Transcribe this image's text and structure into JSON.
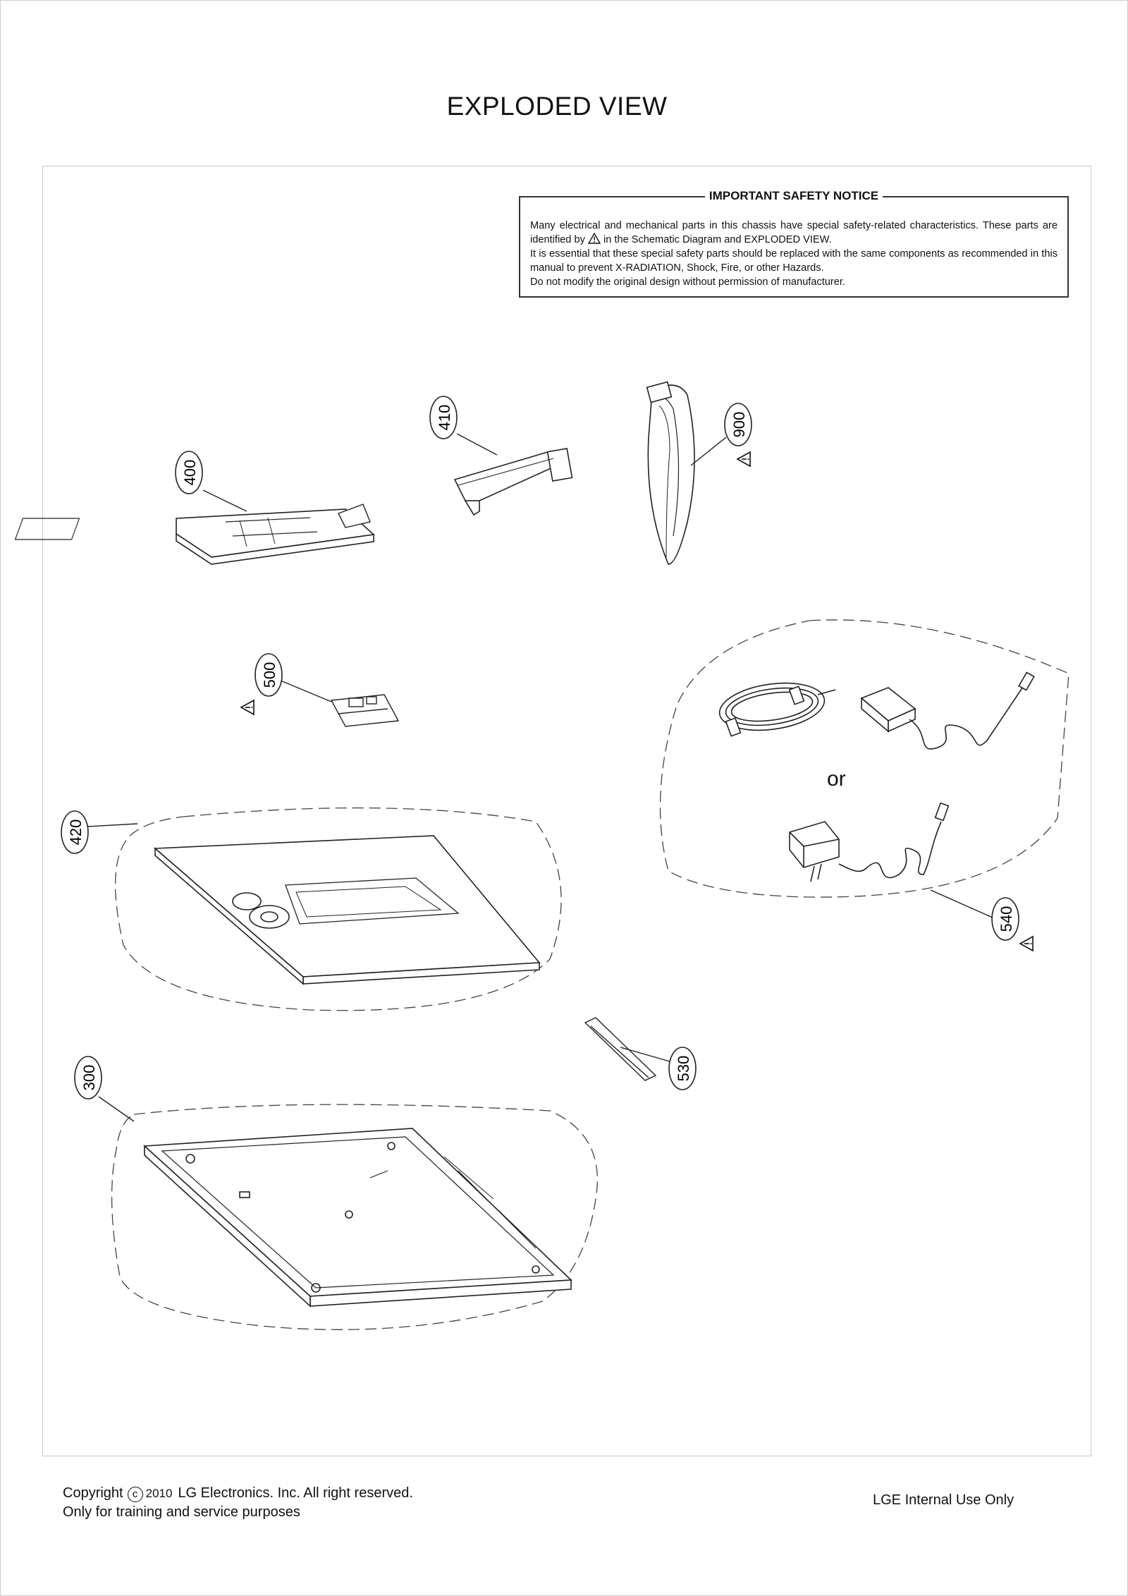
{
  "page": {
    "title": "EXPLODED VIEW"
  },
  "notice": {
    "title": "IMPORTANT SAFETY NOTICE",
    "line1_pre": "Many electrical and mechanical parts in this chassis have special safety-related characteristics. These parts are identified by",
    "line1_post": "in the Schematic Diagram and EXPLODED VIEW.",
    "line2": "It is essential that these special safety parts should be replaced with the same components as recommended in this manual to prevent X-RADIATION, Shock, Fire, or other Hazards.",
    "line3": "Do not modify the original design without permission of manufacturer."
  },
  "parts": [
    {
      "id": "400"
    },
    {
      "id": "410"
    },
    {
      "id": "900",
      "safety": true
    },
    {
      "id": "500",
      "safety": true
    },
    {
      "id": "420"
    },
    {
      "id": "540",
      "safety": true
    },
    {
      "id": "530"
    },
    {
      "id": "300"
    }
  ],
  "labels": {
    "p400": "400",
    "p410": "410",
    "p900": "900",
    "p500": "500",
    "p420": "420",
    "p540": "540",
    "p530": "530",
    "p300": "300",
    "or": "or"
  },
  "footer": {
    "copyright_word": "Copyright",
    "copyright_symbol": "c",
    "year": "2010",
    "company": "LG Electronics. Inc. All right reserved.",
    "line2": "Only for training and service purposes",
    "internal": "LGE Internal Use Only"
  }
}
